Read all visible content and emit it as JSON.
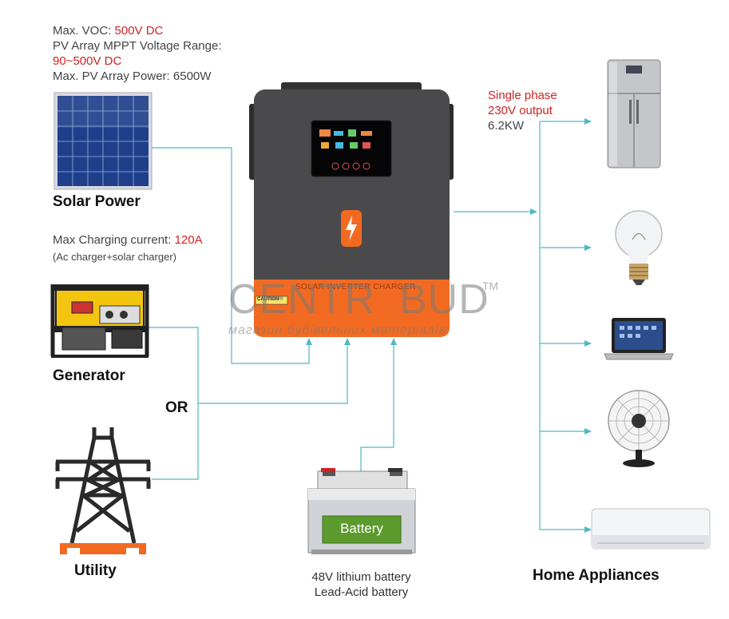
{
  "specs": {
    "line1_prefix": "Max. VOC: ",
    "line1_value": "500V DC",
    "line2": "PV Array MPPT Voltage Range:",
    "line3": "90~500V DC",
    "line4": "Max. PV Array Power: 6500W"
  },
  "solar_label": "Solar Power",
  "charging": {
    "prefix": "Max Charging current: ",
    "value": "120A",
    "note": "(Ac charger+solar charger)"
  },
  "generator_label": "Generator",
  "or_label": "OR",
  "utility_label": "Utility",
  "output": {
    "line1": "Single phase",
    "line2": "230V output",
    "line3": "6.2KW"
  },
  "inverter": {
    "band_text": "SOLAR INVERTER CHARGER",
    "caution_text": "CAUTION"
  },
  "watermark": {
    "brand_left": "CENTR",
    "brand_right": "BUD",
    "tm": "TM",
    "subtitle": "магазин будівельних матеріалів"
  },
  "battery": {
    "label": "Battery",
    "line1": "48V lithium battery",
    "line2": "Lead-Acid battery"
  },
  "appliances_label": "Home Appliances",
  "colors": {
    "red": "#d22222",
    "line": "#4fb8c4",
    "orange": "#f26a21",
    "inverter_body": "#4a4a4c"
  },
  "icons": [
    "solar-panel-icon",
    "generator-icon",
    "power-tower-icon",
    "inverter-icon",
    "battery-icon",
    "fridge-icon",
    "lightbulb-icon",
    "laptop-icon",
    "fan-icon",
    "air-conditioner-icon"
  ]
}
